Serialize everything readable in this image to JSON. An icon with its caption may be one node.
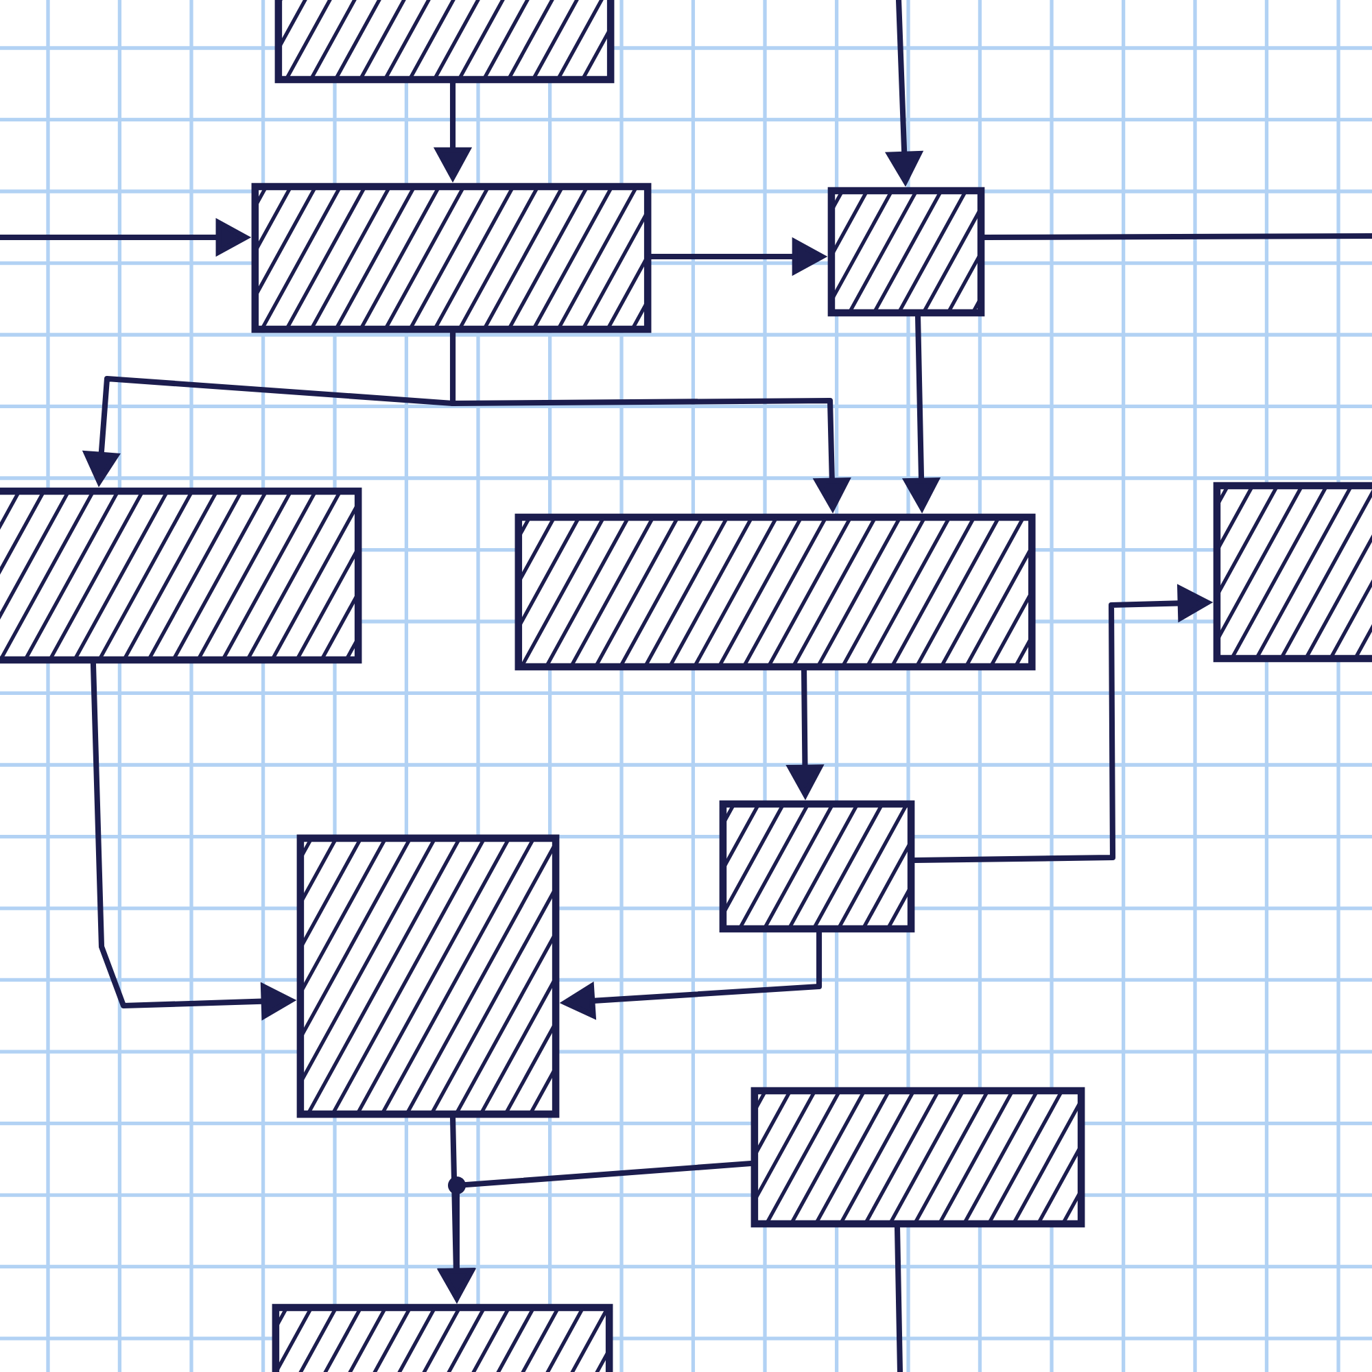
{
  "diagram": {
    "nodes": [
      {
        "text": [],
        "shape": "box"
      },
      {
        "text": [],
        "shape": "box"
      },
      {
        "text": [],
        "shape": "box"
      },
      {
        "text": [],
        "shape": "box"
      },
      {
        "text": [],
        "shape": "box"
      },
      {
        "text": [],
        "shape": "box"
      },
      {
        "text": [],
        "shape": "box"
      },
      {
        "text": [],
        "shape": "box"
      },
      {
        "text": [],
        "shape": "box"
      },
      {
        "text": [],
        "shape": "box"
      }
    ],
    "edges": [
      {
        "from": 0,
        "to": 1,
        "arrow": "to"
      },
      {
        "from": null,
        "to": 1,
        "arrow": "to"
      },
      {
        "from": 1,
        "to": 2,
        "arrow": "to"
      },
      {
        "from": null,
        "to": 2,
        "arrow": "to"
      },
      {
        "from": 2,
        "to": null,
        "arrow": "none"
      },
      {
        "from": 1,
        "to": 3,
        "arrow": "to"
      },
      {
        "from": 1,
        "to": 4,
        "arrow": "to"
      },
      {
        "from": 2,
        "to": 4,
        "arrow": "to"
      },
      {
        "from": 3,
        "to": 7,
        "arrow": "to"
      },
      {
        "from": 4,
        "to": 6,
        "arrow": "to"
      },
      {
        "from": 6,
        "to": 5,
        "arrow": "to"
      },
      {
        "from": 6,
        "to": 7,
        "arrow": "to"
      },
      {
        "from": 7,
        "to": 9,
        "arrow": "to"
      },
      {
        "from": 8,
        "to": 9,
        "arrow": "to"
      },
      {
        "from": 8,
        "to": null,
        "arrow": "none"
      }
    ]
  }
}
